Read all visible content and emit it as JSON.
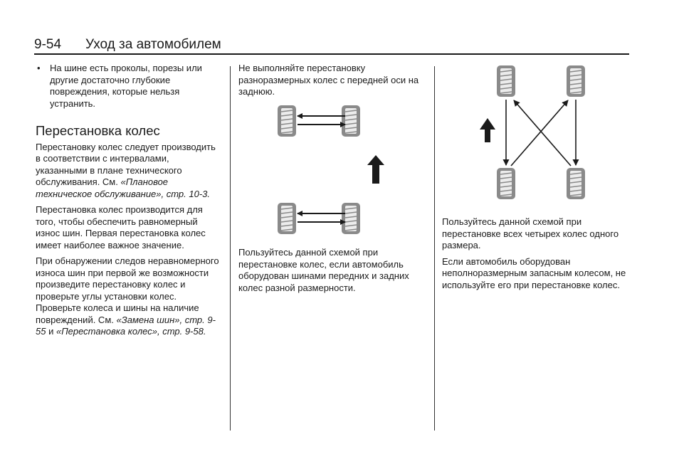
{
  "header": {
    "page_number": "9-54",
    "section_title": "Уход за автомобилем"
  },
  "col1": {
    "bullet_marker": "•",
    "bullet_text": "На шине есть проколы, порезы или другие достаточно глубокие повреждения, которые нельзя устранить.",
    "heading": "Перестановка колес",
    "p1_text": "Перестановку колес следует производить в соответствии с интервалами, указанными в плане технического обслуживания. См.",
    "p1_ref": "«Плановое техническое обслуживание», стр. 10-3.",
    "p2_text": "Перестановка колес производится для того, чтобы обеспечить равномерный износ шин. Первая перестановка колес имеет наиболее важное значение.",
    "p3_text": "При обнаружении следов неравномерного износа шин при первой же возможности произведите перестановку колес и проверьте углы установки колес. Проверьте колеса и шины на наличие повреждений. См.",
    "p3_ref1": "«Замена шин», стр. 9-55",
    "p3_and": "и",
    "p3_ref2": "«Перестановка колес», стр. 9-58."
  },
  "col2": {
    "intro": "Не выполняйте перестановку разноразмерных колес с передней оси на заднюю.",
    "caption": "Пользуйтесь данной схемой при перестановке колес, если автомобиль оборудован шинами передних и задних колес разной размерности."
  },
  "col3": {
    "caption1": "Пользуйтесь данной схемой при перестановке всех четырех колес одного размера.",
    "caption2": "Если автомобиль оборудован неполноразмерным запасным колесом, не используйте его при перестановке колес."
  },
  "colors": {
    "text": "#1a1a1a",
    "tire": "#8a8a8a",
    "tread": "#ececec"
  }
}
